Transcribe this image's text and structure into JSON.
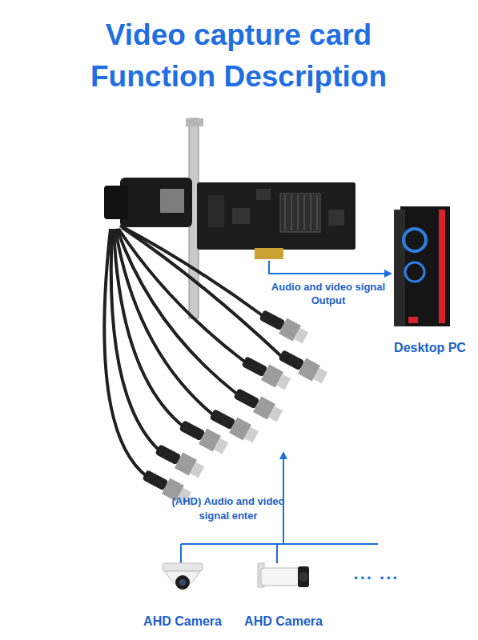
{
  "diagram": {
    "title": "Video capture card Function Description",
    "nodes": [
      {
        "text": [
          "Desktop PC"
        ]
      },
      {
        "text": [
          "AHD Camera"
        ]
      },
      {
        "text": [
          "AHD Camera"
        ]
      }
    ],
    "labels": [
      "Audio and video signal Output",
      "(AHD) Audio and video signal enter",
      "... ..."
    ]
  }
}
